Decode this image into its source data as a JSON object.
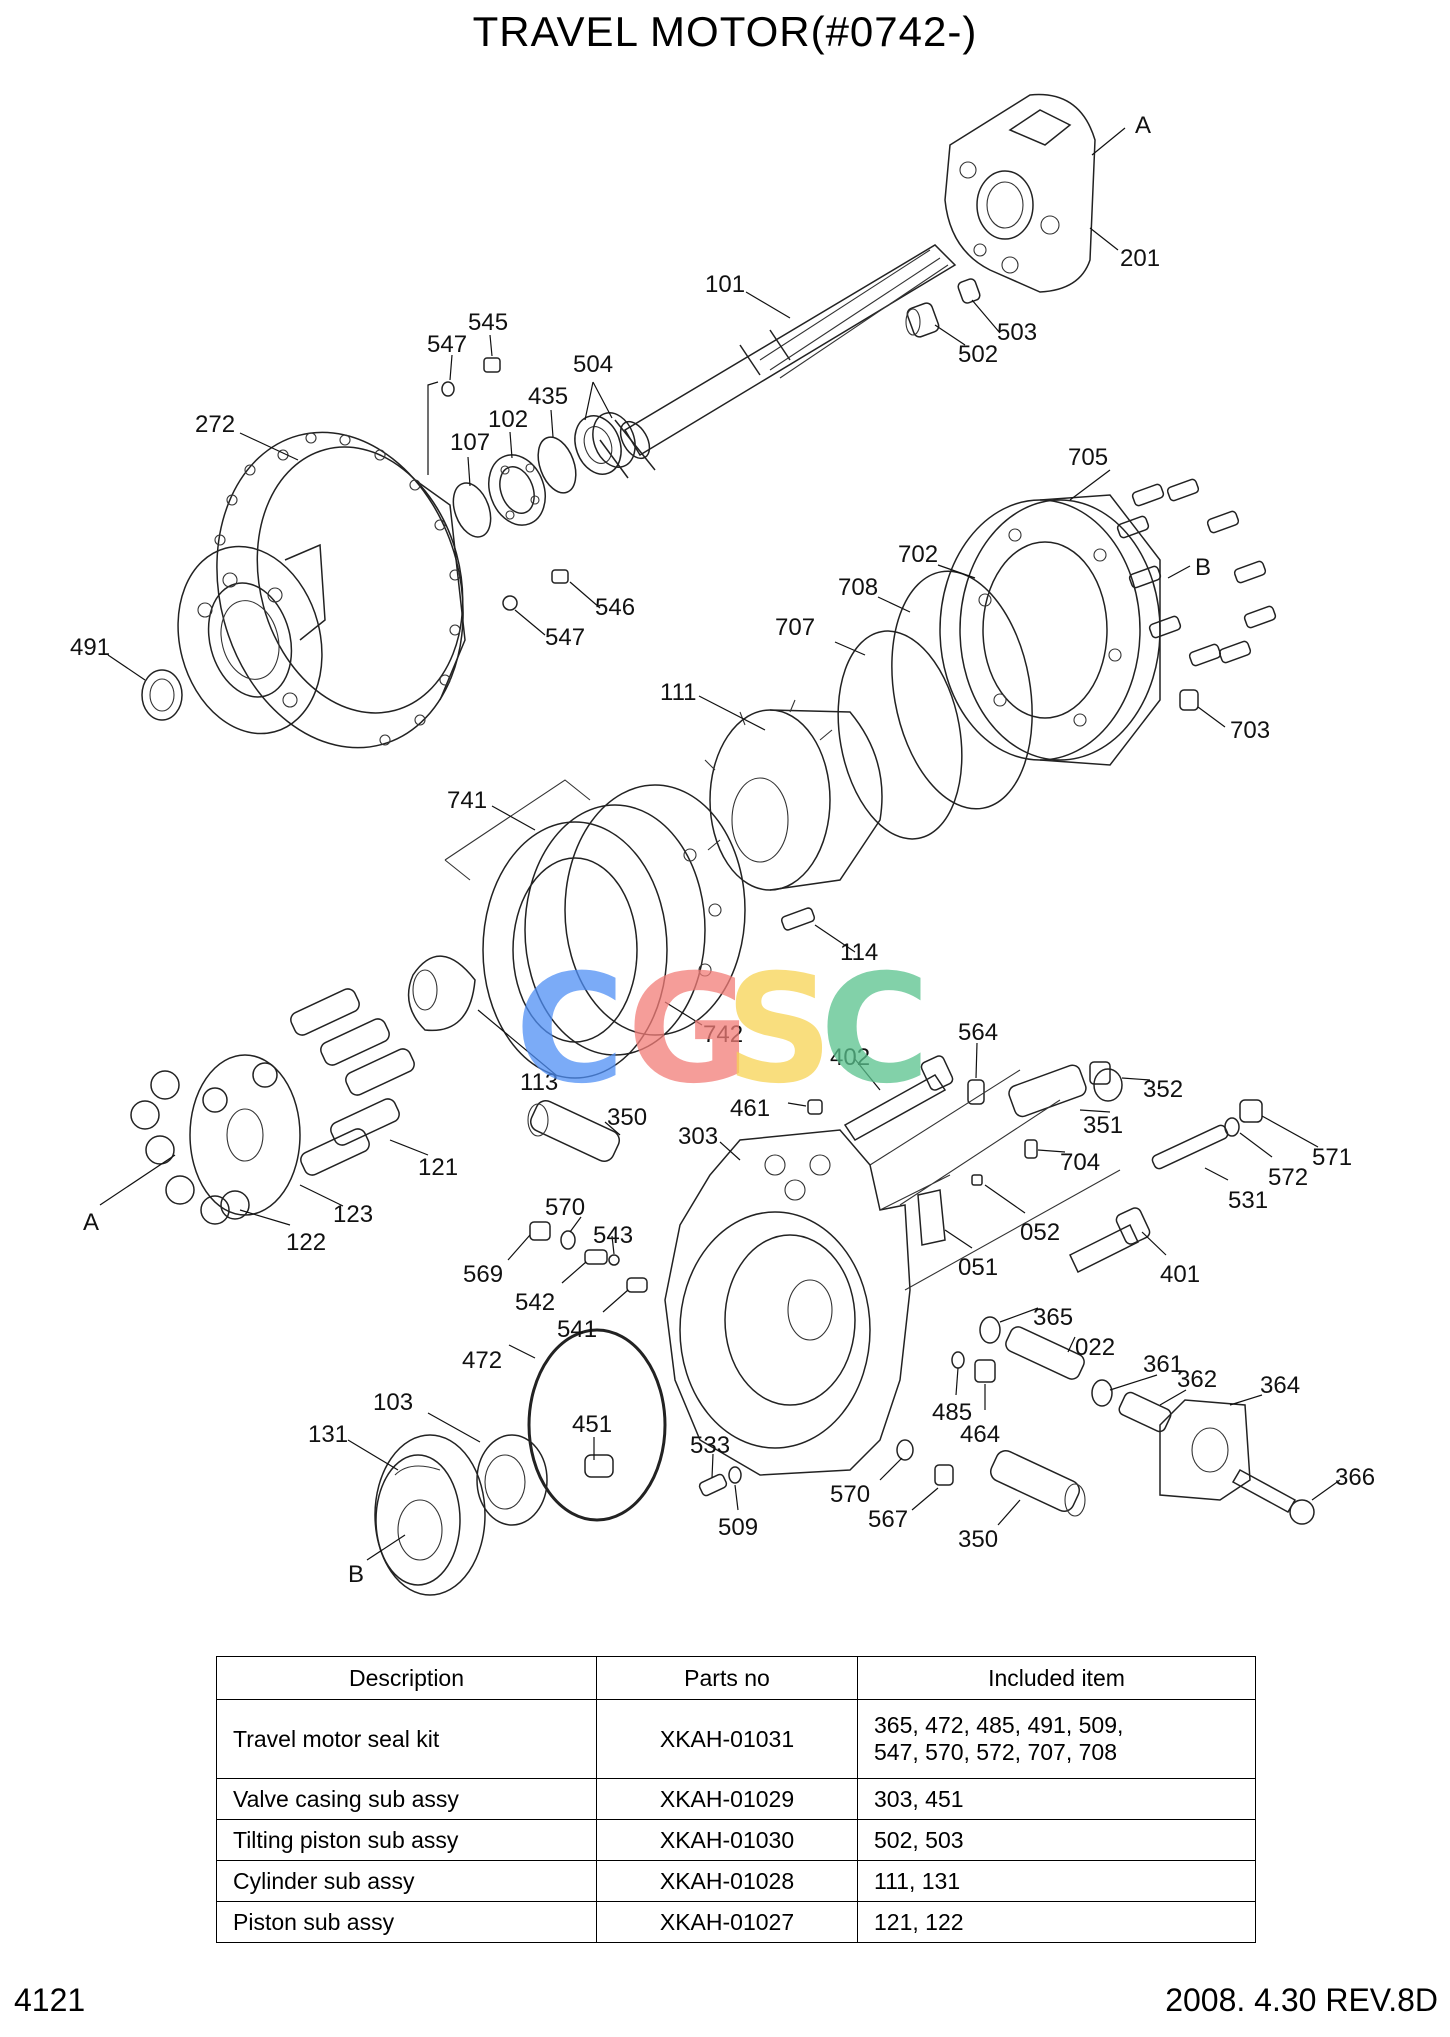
{
  "page": {
    "title": "TRAVEL MOTOR(#0742-)",
    "page_number": "4121",
    "revision": "2008. 4.30  REV.8D"
  },
  "watermark": {
    "letters": [
      "C",
      "G",
      "S",
      "C"
    ],
    "colors": [
      "#4f8ff5",
      "#f27d78",
      "#f7d354",
      "#59c28d"
    ]
  },
  "callouts": {
    "A_top": "A",
    "201": "201",
    "503": "503",
    "502": "502",
    "101": "101",
    "545": "545",
    "547_top": "547",
    "504": "504",
    "435": "435",
    "102": "102",
    "107": "107",
    "272": "272",
    "491": "491",
    "546": "546",
    "547_bottom": "547",
    "705": "705",
    "702": "702",
    "B_right": "B",
    "708": "708",
    "707": "707",
    "703": "703",
    "111": "111",
    "741": "741",
    "114": "114",
    "742": "742",
    "113": "113",
    "121": "121",
    "123": "123",
    "122": "122",
    "A_left": "A",
    "564": "564",
    "402": "402",
    "352": "352",
    "461": "461",
    "351": "351",
    "350_top": "350",
    "303": "303",
    "704": "704",
    "571": "571",
    "572": "572",
    "531": "531",
    "052": "052",
    "051": "051",
    "570_top": "570",
    "543": "543",
    "569": "569",
    "542": "542",
    "541": "541",
    "401": "401",
    "365": "365",
    "022": "022",
    "472": "472",
    "451": "451",
    "361": "361",
    "362": "362",
    "364": "364",
    "485": "485",
    "464": "464",
    "103": "103",
    "131": "131",
    "533": "533",
    "570_bottom": "570",
    "509": "509",
    "567": "567",
    "350_bottom": "350",
    "366": "366",
    "B_bottom": "B"
  },
  "parts_table": {
    "headers": {
      "description": "Description",
      "parts_no": "Parts no",
      "included": "Included item"
    },
    "rows": [
      {
        "description": "Travel motor seal kit",
        "parts_no": "XKAH-01031",
        "included_line1": "365,  472, 485, 491,  509,",
        "included_line2": "547, 570, 572, 707, 708"
      },
      {
        "description": "Valve casing sub assy",
        "parts_no": "XKAH-01029",
        "included_line1": "303, 451"
      },
      {
        "description": "Tilting piston sub assy",
        "parts_no": "XKAH-01030",
        "included_line1": "502, 503"
      },
      {
        "description": "Cylinder sub assy",
        "parts_no": "XKAH-01028",
        "included_line1": "111, 131"
      },
      {
        "description": "Piston sub assy",
        "parts_no": "XKAH-01027",
        "included_line1": "121, 122"
      }
    ]
  }
}
